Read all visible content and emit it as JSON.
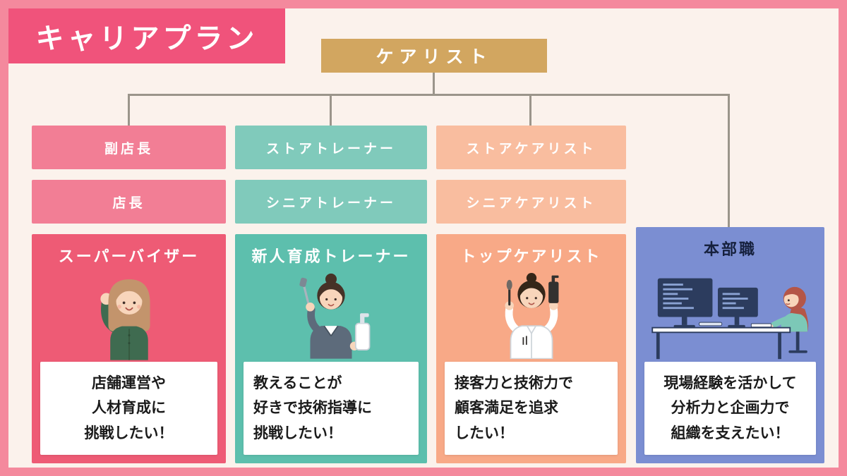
{
  "frame": {
    "border_color": "#f4899d",
    "background_color": "#fbf2ec"
  },
  "header": {
    "title": "キャリアプラン",
    "banner_color": "#f0537b"
  },
  "root": {
    "label": "ケアリスト",
    "color": "#d2a660"
  },
  "tree": {
    "line_color": "#9b958b"
  },
  "columns": [
    {
      "name": "supervisor-track",
      "step_color": "#f27e95",
      "card_color": "#ee5b75",
      "title_color": "#ffffff",
      "steps": [
        "副店長",
        "店長"
      ],
      "card": {
        "title": "スーパーバイザー",
        "illustration": "woman-raising-fist",
        "description_lines": [
          "店舗運営や",
          "人材育成に",
          "挑戦したい！"
        ]
      }
    },
    {
      "name": "trainer-track",
      "step_color": "#80cabb",
      "card_color": "#5dbfad",
      "title_color": "#ffffff",
      "steps": [
        "ストアトレーナー",
        "シニアトレーナー"
      ],
      "card": {
        "title": "新人育成トレーナー",
        "illustration": "trainer-holding-brush",
        "description_lines": [
          "教えることが",
          "好きで技術指導に",
          "挑戦したい！"
        ]
      }
    },
    {
      "name": "carelist-track",
      "step_color": "#f9bd9f",
      "card_color": "#f8a987",
      "title_color": "#ffffff",
      "steps": [
        "ストアケアリスト",
        "シニアケアリスト"
      ],
      "card": {
        "title": "トップケアリスト",
        "illustration": "carelist-holding-brush-and-bottle",
        "description_lines": [
          "接客力と技術力で",
          "顧客満足を追求",
          "したい！"
        ]
      }
    },
    {
      "name": "headquarters-track",
      "card_color": "#7b8ed2",
      "title_color": "#16213e",
      "steps": [],
      "card": {
        "title": "本部職",
        "illustration": "woman-at-desk-with-monitors",
        "description_lines": [
          "現場経験を活かして",
          "分析力と企画力で",
          "組織を支えたい！"
        ]
      }
    }
  ]
}
